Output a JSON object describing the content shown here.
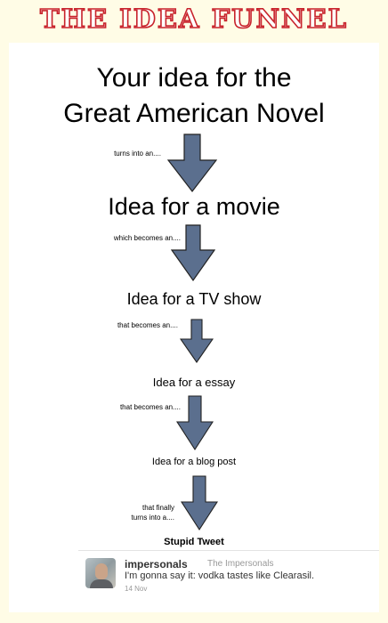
{
  "title": "THE IDEA FUNNEL",
  "steps": {
    "s1_line1": "Your idea for the",
    "s1_line2": "Great American Novel",
    "s2": "Idea for a movie",
    "s3": "Idea for a TV show",
    "s4": "Idea for a essay",
    "s5": "Idea for a blog post",
    "s6": "Stupid Tweet"
  },
  "connectors": {
    "c1": "turns into an....",
    "c2": "which becomes an....",
    "c3": "that becomes an....",
    "c4": "that becomes an....",
    "c5_line1": "that finally",
    "c5_line2": "turns into a...."
  },
  "tweet": {
    "name": "impersonals",
    "handle": "The Impersonals",
    "text": "I'm gonna say it: vodka tastes like Clearasil.",
    "date": "14 Nov"
  },
  "colors": {
    "title_stroke": "#c8232c",
    "arrow_fill": "#5b6f8e",
    "background": "#fffce6"
  },
  "icons": [
    "down-arrow-icon",
    "avatar-photo"
  ]
}
